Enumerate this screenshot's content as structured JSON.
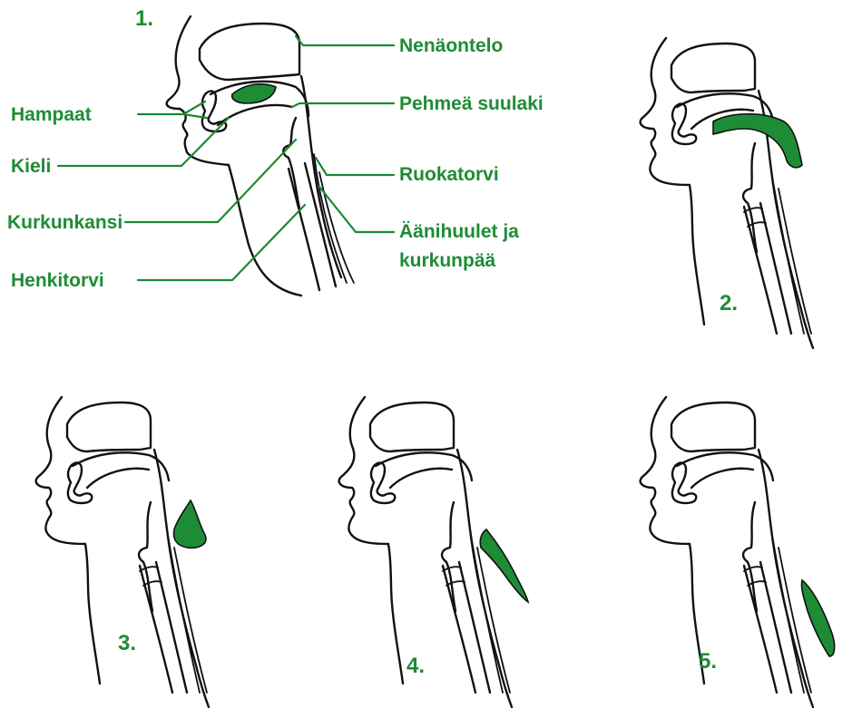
{
  "colors": {
    "accent": "#1e8c35",
    "outline": "#111111",
    "background": "#ffffff"
  },
  "panels": [
    {
      "number": "1.",
      "bolus": "mouth"
    },
    {
      "number": "2.",
      "bolus": "palate"
    },
    {
      "number": "3.",
      "bolus": "pharynx"
    },
    {
      "number": "4.",
      "bolus": "throat"
    },
    {
      "number": "5.",
      "bolus": "esophagus"
    }
  ],
  "labels": {
    "nenaontelo": "Nenäontelo",
    "pehmea_suulaki": "Pehmeä suulaki",
    "ruokatorvi": "Ruokatorvi",
    "aanihuulet_1": "Äänihuulet ja",
    "aanihuulet_2": "kurkunpää",
    "hampaat": "Hampaat",
    "kieli": "Kieli",
    "kurkunkansi": "Kurkunkansi",
    "henkitorvi": "Henkitorvi"
  }
}
